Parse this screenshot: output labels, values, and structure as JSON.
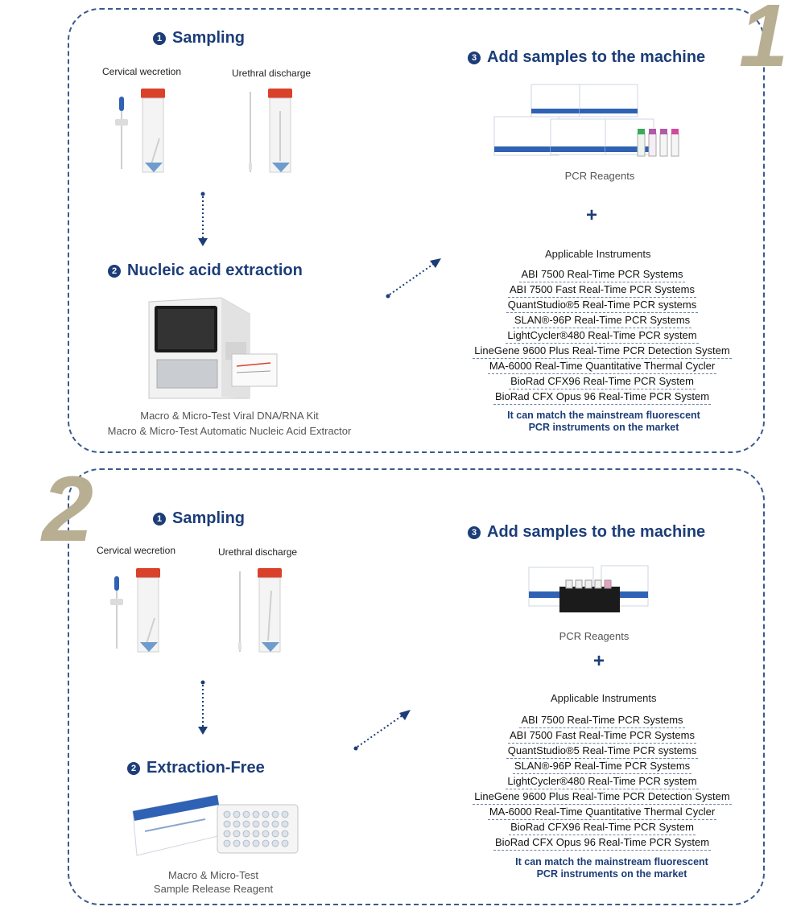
{
  "panel1": {
    "number": "1",
    "step1_num": "1",
    "step1_title": "Sampling",
    "label_cervical": "Cervical wecretion",
    "label_urethral": "Urethral discharge",
    "step2_num": "2",
    "step2_title": "Nucleic acid extraction",
    "caption_line1": "Macro & Micro-Test Viral DNA/RNA Kit",
    "caption_line2": "Macro & Micro-Test Automatic Nucleic Acid Extractor",
    "step3_num": "3",
    "step3_title": "Add samples to the machine",
    "reagents_label": "PCR Reagents",
    "plus": "+",
    "instruments_title": "Applicable Instruments",
    "instruments": [
      "ABI 7500 Real-Time PCR Systems",
      "ABI 7500 Fast Real-Time PCR Systems",
      "QuantStudio®5 Real-Time PCR systems",
      "SLAN®-96P Real-Time PCR Systems",
      "LightCycler®480 Real-Time PCR system",
      "LineGene 9600 Plus Real-Time PCR Detection System",
      "MA-6000 Real-Time Quantitative Thermal Cycler",
      "BioRad CFX96 Real-Time PCR System",
      "BioRad CFX Opus 96 Real-Time PCR System"
    ],
    "note_line1": "It can match the mainstream fluorescent",
    "note_line2": "PCR instruments on the market"
  },
  "panel2": {
    "number": "2",
    "step1_num": "1",
    "step1_title": "Sampling",
    "label_cervical": "Cervical wecretion",
    "label_urethral": "Urethral discharge",
    "step2_num": "2",
    "step2_title": "Extraction-Free",
    "caption_line1": "Macro & Micro-Test",
    "caption_line2": "Sample Release Reagent",
    "step3_num": "3",
    "step3_title": "Add samples to the machine",
    "reagents_label": "PCR Reagents",
    "plus": "+",
    "instruments_title": "Applicable Instruments",
    "instruments": [
      "ABI 7500 Real-Time PCR Systems",
      "ABI 7500 Fast Real-Time PCR Systems",
      "QuantStudio®5 Real-Time PCR systems",
      "SLAN®-96P Real-Time PCR Systems",
      "LightCycler®480 Real-Time PCR system",
      "LineGene 9600 Plus Real-Time PCR Detection System",
      "MA-6000 Real-Time Quantitative Thermal Cycler",
      "BioRad CFX96 Real-Time PCR System",
      "BioRad CFX Opus 96 Real-Time PCR System"
    ],
    "note_line1": "It can match the mainstream fluorescent",
    "note_line2": "PCR instruments on the market"
  },
  "colors": {
    "accent": "#1c3d78",
    "number": "#b8ae92",
    "cap_red": "#d9412b",
    "swab_blue": "#2f62b4"
  }
}
